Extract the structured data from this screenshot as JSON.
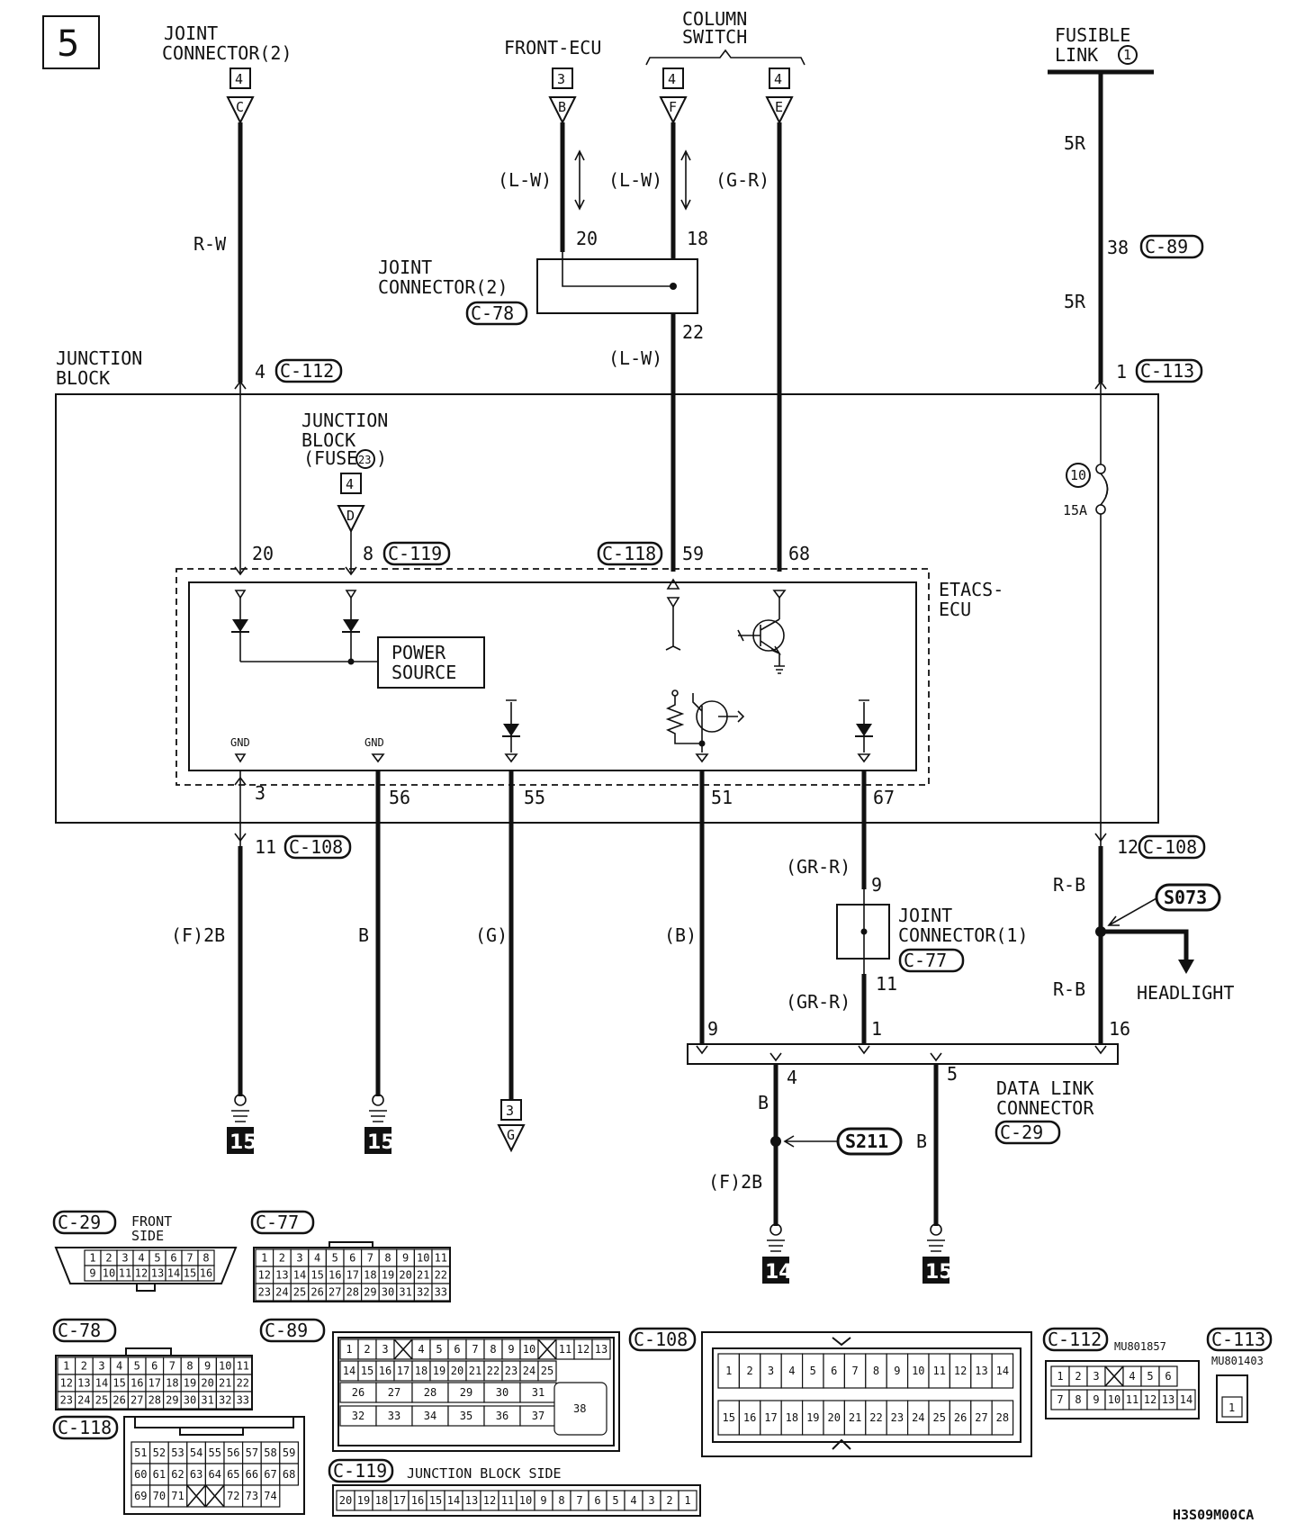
{
  "page_number": "5",
  "top": {
    "joint_connector_2": {
      "label": [
        "JOINT",
        "CONNECTOR(2)"
      ],
      "sheet_ref": "4",
      "terminal": "C",
      "wire_color": "R-W"
    },
    "front_ecu": {
      "label": "FRONT-ECU",
      "sheet_ref": "3",
      "terminal": "B",
      "wire_color": "(L-W)",
      "pin": "20"
    },
    "column_switch": {
      "label": [
        "COLUMN",
        "SWITCH"
      ],
      "f_ref": "4",
      "f_terminal": "F",
      "f_wire": "(L-W)",
      "f_pin": "18",
      "e_ref": "4",
      "e_terminal": "E",
      "e_wire": "(G-R)"
    },
    "fusible_link": {
      "label": [
        "FUSIBLE",
        "LINK"
      ],
      "number": "1",
      "wire_color_top": "5R",
      "pin": "38",
      "connector": "C-89",
      "wire_color_bottom": "5R"
    }
  },
  "joint_connector_c78": {
    "label": [
      "JOINT",
      "CONNECTOR(2)"
    ],
    "connector": "C-78",
    "pin_out": "22",
    "wire_out": "(L-W)"
  },
  "junction_block": {
    "label": [
      "JUNCTION",
      "BLOCK"
    ],
    "c112_pin": "4",
    "c112": "C-112",
    "c113_pin": "1",
    "c113": "C-113",
    "fuse_label": [
      "JUNCTION",
      "BLOCK",
      "(FUSE"
    ],
    "fuse_number": "23",
    "fuse_ref": "4",
    "fuse_terminal": "D",
    "fuse10": "10",
    "fuse10_rating": "15A"
  },
  "etacs": {
    "label": [
      "ETACS-",
      "ECU"
    ],
    "pin20": "20",
    "pin8": "8",
    "c119": "C-119",
    "c118": "C-118",
    "pin59": "59",
    "pin68": "68",
    "power_source": [
      "POWER",
      "SOURCE"
    ],
    "gnd": "GND",
    "out_pins": [
      "3",
      "56",
      "55",
      "51",
      "67"
    ]
  },
  "c108": {
    "pin11": "11",
    "connector": "C-108",
    "pin12": "12"
  },
  "lower_wires": {
    "w1": "(F)2B",
    "w2": "B",
    "w3": "(G)",
    "w4": "(B)",
    "w5_top": "(GR-R)",
    "w5_pin_in": "9",
    "w5_pin_out": "11",
    "w5_bottom": "(GR-R)",
    "rb_top": "R-B",
    "rb_bottom": "R-B",
    "splice_s073": "S073",
    "headlight": "HEADLIGHT",
    "ground_15a": "15",
    "ground_15b": "15",
    "g_ref": "3",
    "g_terminal": "G"
  },
  "joint_connector_c77": {
    "label": [
      "JOINT",
      "CONNECTOR(1)"
    ],
    "connector": "C-77"
  },
  "data_link": {
    "label": [
      "DATA LINK",
      "CONNECTOR"
    ],
    "connector": "C-29",
    "pin9": "9",
    "pin1": "1",
    "pin16": "16",
    "pin4": "4",
    "pin5": "5",
    "wire4": "B",
    "splice_s211": "S211",
    "wire4_bottom": "(F)2B",
    "wire5": "B",
    "ground_14": "14",
    "ground_15": "15"
  },
  "connector_views": {
    "c29": {
      "name": "C-29",
      "note": [
        "FRONT",
        "SIDE"
      ],
      "row1": [
        "1",
        "2",
        "3",
        "4",
        "5",
        "6",
        "7",
        "8"
      ],
      "row2": [
        "9",
        "10",
        "11",
        "12",
        "13",
        "14",
        "15",
        "16"
      ]
    },
    "c77": {
      "name": "C-77",
      "row1": [
        "1",
        "2",
        "3",
        "4",
        "5",
        "6",
        "7",
        "8",
        "9",
        "10",
        "11"
      ],
      "row2": [
        "12",
        "13",
        "14",
        "15",
        "16",
        "17",
        "18",
        "19",
        "20",
        "21",
        "22"
      ],
      "row3": [
        "23",
        "24",
        "25",
        "26",
        "27",
        "28",
        "29",
        "30",
        "31",
        "32",
        "33"
      ]
    },
    "c78": {
      "name": "C-78",
      "row1": [
        "1",
        "2",
        "3",
        "4",
        "5",
        "6",
        "7",
        "8",
        "9",
        "10",
        "11"
      ],
      "row2": [
        "12",
        "13",
        "14",
        "15",
        "16",
        "17",
        "18",
        "19",
        "20",
        "21",
        "22"
      ],
      "row3": [
        "23",
        "24",
        "25",
        "26",
        "27",
        "28",
        "29",
        "30",
        "31",
        "32",
        "33"
      ]
    },
    "c89": {
      "name": "C-89",
      "row1": [
        "1",
        "2",
        "3",
        "",
        "4",
        "5",
        "6",
        "7",
        "8",
        "9",
        "10",
        "",
        "11",
        "12",
        "13"
      ],
      "row2": [
        "14",
        "15",
        "16",
        "17",
        "18",
        "19",
        "20",
        "21",
        "22",
        "23",
        "24",
        "25"
      ],
      "row3": [
        "26",
        "27",
        "28",
        "29",
        "30",
        "31"
      ],
      "row4": [
        "32",
        "33",
        "34",
        "35",
        "36",
        "37"
      ],
      "big": "38"
    },
    "c108": {
      "name": "C-108",
      "row1": [
        "1",
        "2",
        "3",
        "4",
        "5",
        "6",
        "7",
        "8",
        "9",
        "10",
        "11",
        "12",
        "13",
        "14"
      ],
      "row2": [
        "15",
        "16",
        "17",
        "18",
        "19",
        "20",
        "21",
        "22",
        "23",
        "24",
        "25",
        "26",
        "27",
        "28"
      ]
    },
    "c112": {
      "name": "C-112",
      "part": "MU801857",
      "row1": [
        "1",
        "2",
        "3",
        "",
        "4",
        "5",
        "6"
      ],
      "row2": [
        "7",
        "8",
        "9",
        "10",
        "11",
        "12",
        "13",
        "14"
      ]
    },
    "c113": {
      "name": "C-113",
      "part": "MU801403",
      "pin": "1"
    },
    "c118": {
      "name": "C-118",
      "row1": [
        "51",
        "52",
        "53",
        "54",
        "55",
        "56",
        "57",
        "58",
        "59"
      ],
      "row2": [
        "60",
        "61",
        "62",
        "63",
        "64",
        "65",
        "66",
        "67",
        "68"
      ],
      "row3": [
        "69",
        "70",
        "71",
        "",
        "",
        "72",
        "73",
        "74"
      ]
    },
    "c119": {
      "name": "C-119",
      "note": "JUNCTION BLOCK SIDE",
      "row": [
        "20",
        "19",
        "18",
        "17",
        "16",
        "15",
        "14",
        "13",
        "12",
        "11",
        "10",
        "9",
        "8",
        "7",
        "6",
        "5",
        "4",
        "3",
        "2",
        "1"
      ]
    }
  },
  "drawing_code": "H3S09M00CA"
}
